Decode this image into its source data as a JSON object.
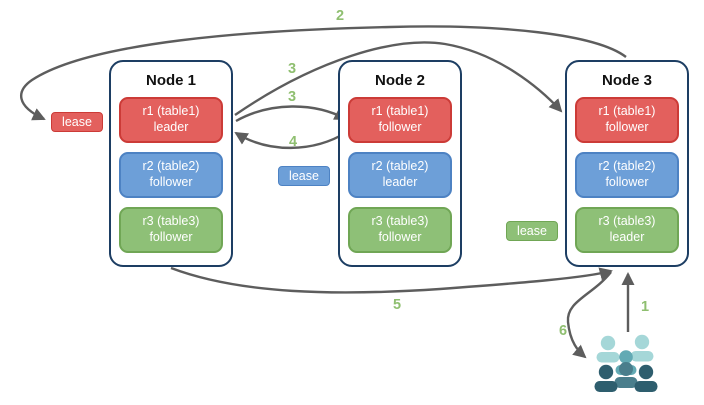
{
  "nodes": [
    {
      "title": "Node 1",
      "replicas": [
        {
          "line1": "r1 (table1)",
          "line2": "leader"
        },
        {
          "line1": "r2 (table2)",
          "line2": "follower"
        },
        {
          "line1": "r3 (table3)",
          "line2": "follower"
        }
      ]
    },
    {
      "title": "Node 2",
      "replicas": [
        {
          "line1": "r1 (table1)",
          "line2": "follower"
        },
        {
          "line1": "r2 (table2)",
          "line2": "leader"
        },
        {
          "line1": "r3 (table3)",
          "line2": "follower"
        }
      ]
    },
    {
      "title": "Node 3",
      "replicas": [
        {
          "line1": "r1 (table1)",
          "line2": "follower"
        },
        {
          "line1": "r2 (table2)",
          "line2": "follower"
        },
        {
          "line1": "r3 (table3)",
          "line2": "leader"
        }
      ]
    }
  ],
  "leases": [
    {
      "label": "lease",
      "color": "#e3605d"
    },
    {
      "label": "lease",
      "color": "#6d9fd8"
    },
    {
      "label": "lease",
      "color": "#8ec077"
    }
  ],
  "arrow_labels": [
    {
      "text": "2"
    },
    {
      "text": "3"
    },
    {
      "text": "3"
    },
    {
      "text": "4"
    },
    {
      "text": "5"
    },
    {
      "text": "1"
    },
    {
      "text": "6"
    }
  ],
  "colors": {
    "replica_red": "#e3605d",
    "replica_blue": "#6d9fd8",
    "replica_green": "#8ec077",
    "node_border": "#1d3e63",
    "arrow_gray": "#5d5d5d",
    "step_label_green": "#8fbf70",
    "users_light_teal": "#a5d7d8",
    "users_mid_teal": "#62aab4",
    "users_slate": "#4a7e8c",
    "users_dark": "#2e5e6e"
  },
  "icons": {
    "users": "users-icon"
  }
}
